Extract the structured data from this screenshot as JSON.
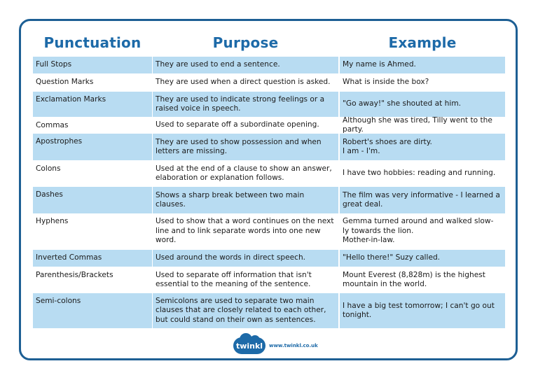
{
  "headers": [
    "Punctuation",
    "Purpose",
    "Example"
  ],
  "rows": [
    {
      "punctuation": "Full Stops",
      "purpose": "They are used to end a sentence.",
      "example": "My name is Ahmed."
    },
    {
      "punctuation": "Question Marks",
      "purpose": "They are used when a direct question is asked.",
      "example": "What is inside the box?"
    },
    {
      "punctuation": "Exclamation Marks",
      "purpose": "They are used to indicate strong feelings or a\nraised voice in speech.",
      "example": "\"Go away!\" she shouted at him."
    },
    {
      "punctuation": "Commas",
      "purpose": "Used to separate off a subordinate opening.",
      "example": "Although she was tired, Tilly went to the party."
    },
    {
      "punctuation": "Apostrophes",
      "purpose": "They are used to show possession and when\nletters are missing.",
      "example": "Robert's shoes are dirty.\nI am - I'm."
    },
    {
      "punctuation": "Colons",
      "purpose": "Used at the end of a clause to show an answer,\nelaboration or explanation follows.",
      "example": "I have two hobbies: reading and running."
    },
    {
      "punctuation": "Dashes",
      "purpose": "Shows a sharp break between two main clauses.",
      "example": "The film was very informative - I learned a\ngreat deal."
    },
    {
      "punctuation": "Hyphens",
      "purpose": "Used to show that a word continues on the next\nline and to link separate words into one new word.",
      "example": "Gemma turned around and walked slow-\nly towards the lion.\nMother-in-law."
    },
    {
      "punctuation": "Inverted Commas",
      "purpose": "Used around the words in direct speech.",
      "example": "\"Hello there!\" Suzy called."
    },
    {
      "punctuation": "Parenthesis/Brackets",
      "purpose": "Used to separate off information that isn't\nessential to the meaning of the sentence.",
      "example": "Mount Everest (8,828m) is the highest\nmountain in the world."
    },
    {
      "punctuation": "Semi-colons",
      "purpose": "Semicolons are used to separate two main\nclauses that are closely related to each other,\nbut could stand on their own as sentences.",
      "example": "I have a big test tomorrow; I can't go out\ntonight."
    }
  ],
  "footer": {
    "logo_text": "twinkl",
    "url": "www.twinkl.co.uk"
  },
  "colors": {
    "border": "#1d5f94",
    "header": "#1d6aa8",
    "shade": "#b8dcf2"
  }
}
